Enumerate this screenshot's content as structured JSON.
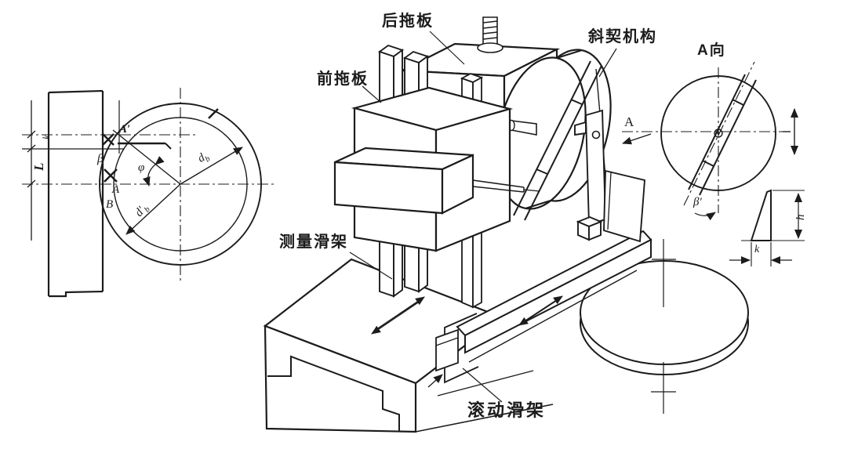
{
  "figure": {
    "machine_labels": {
      "rear_plate": "后拖板",
      "front_plate": "前拖板",
      "wedge_mechanism": "斜契机构",
      "measuring_slide": "测量滑架",
      "rolling_slide": "滚动滑架"
    },
    "left_diagram": {
      "dim_k": "k",
      "dim_l": "L",
      "point_a_prime": "A′",
      "angle_beta": "β",
      "point_a": "A",
      "point_b": "B",
      "angle_phi": "φ",
      "dia_base": {
        "base": "d",
        "sub": "b"
      },
      "dia_base_prime": {
        "base": "d′",
        "sub": "b"
      }
    },
    "view_a": {
      "title": "A向",
      "arrow_label": "A",
      "angle_beta_prime": "β′"
    },
    "wedge_detail": {
      "dim_h": "h",
      "dim_k": "k"
    },
    "ink_color": "#1c1c1c"
  }
}
